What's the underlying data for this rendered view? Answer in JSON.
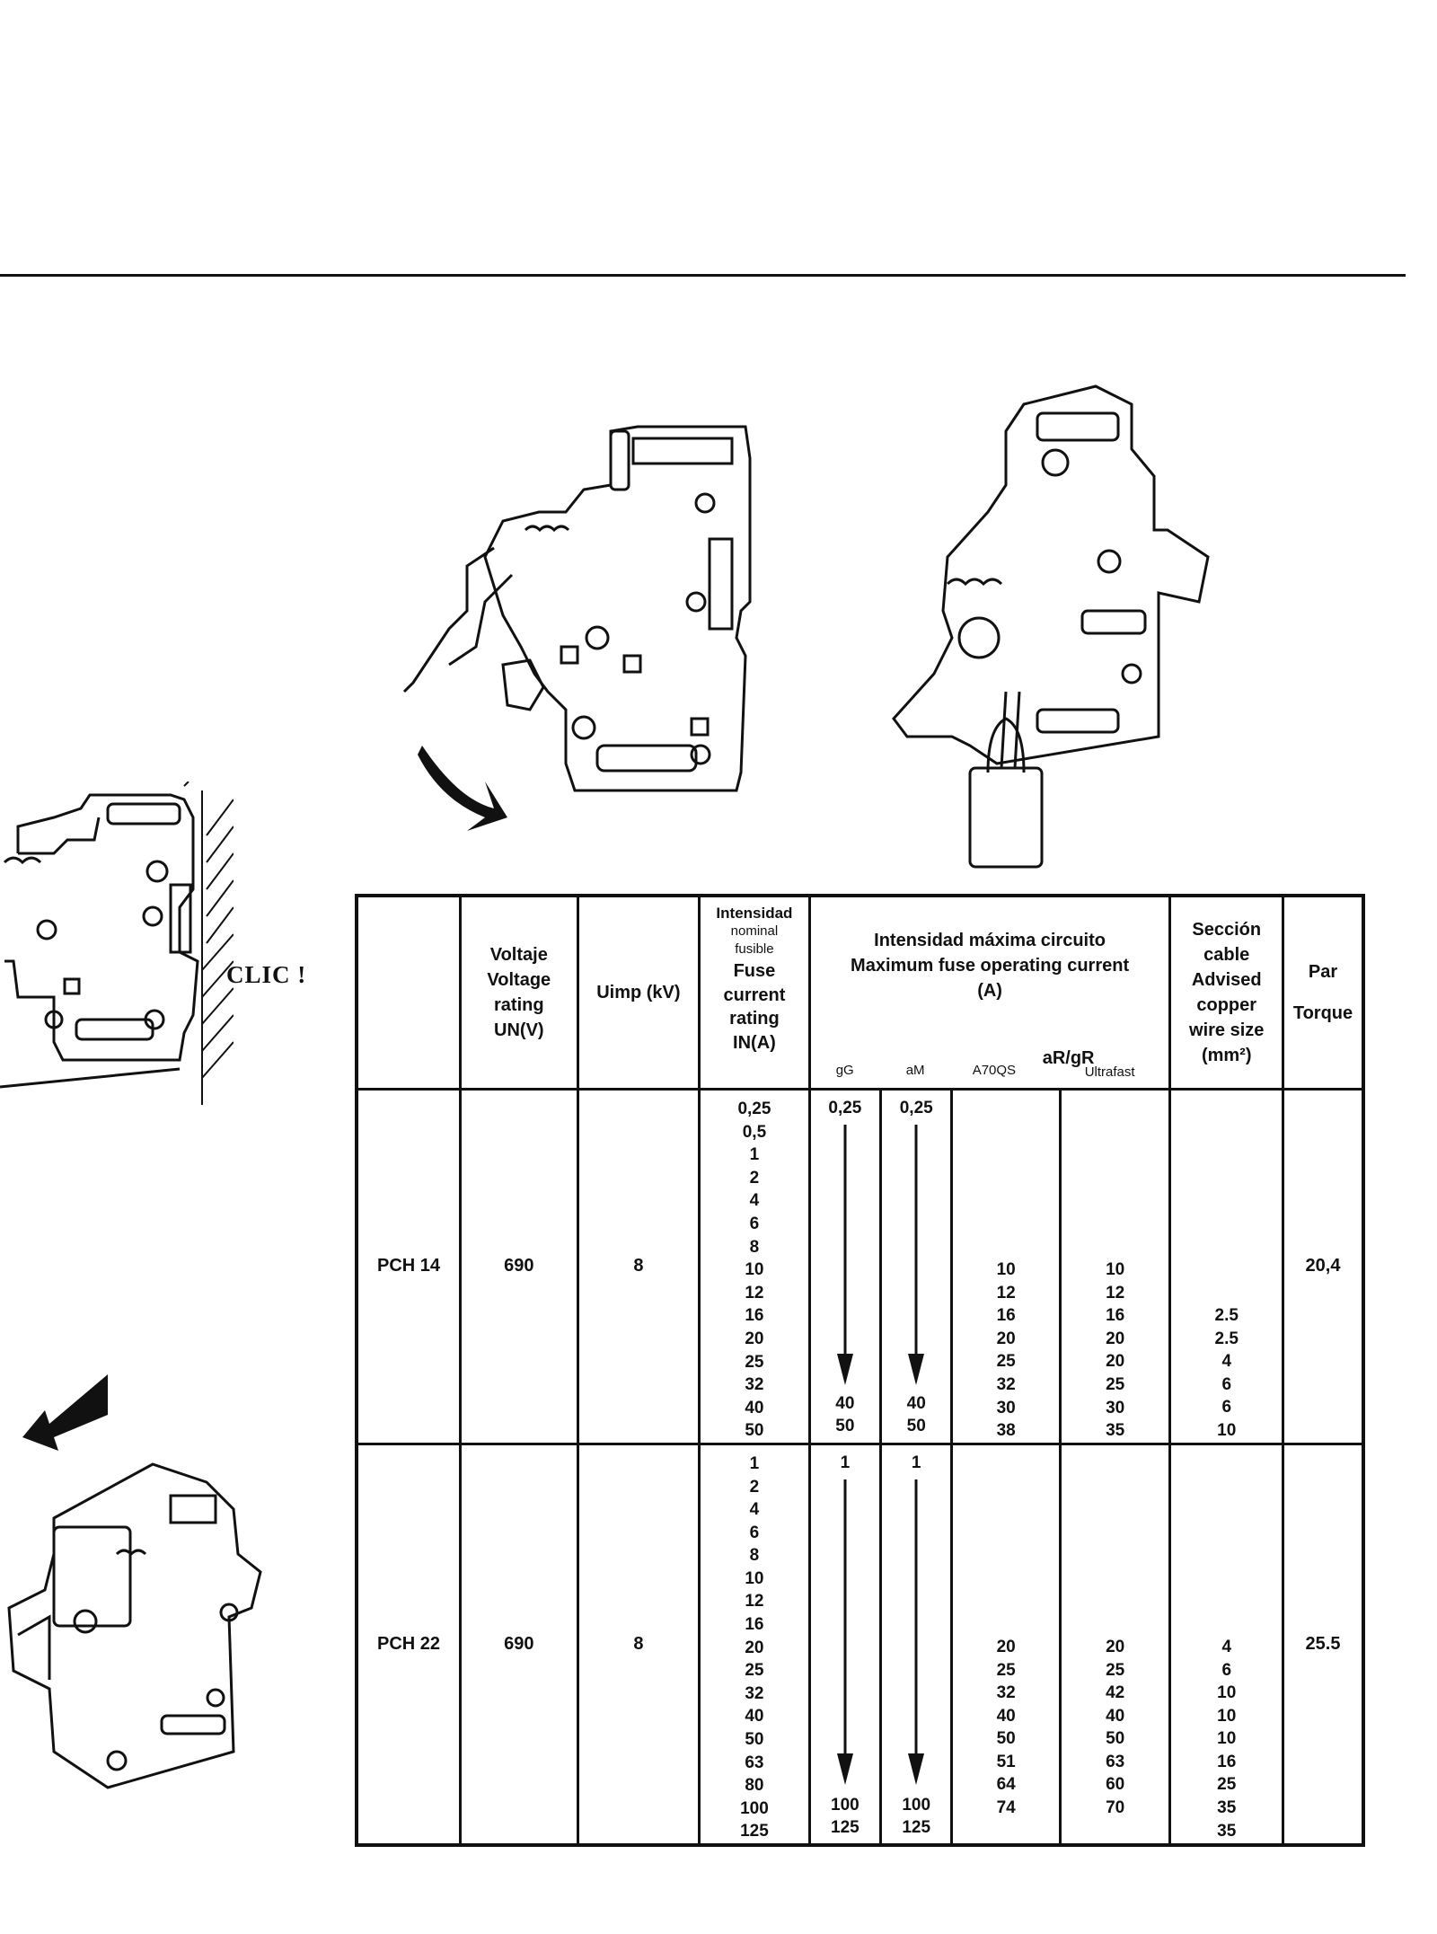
{
  "figures": {
    "clic_label": "CLIC !"
  },
  "table": {
    "headers": {
      "voltage_es": "Voltaje",
      "voltage_en1": "Voltage",
      "voltage_en2": "rating",
      "voltage_sym": "UN(V)",
      "uimp": "Uimp (kV)",
      "nominal_es1": "Intensidad",
      "nominal_es2": "nominal",
      "nominal_es3": "fusible",
      "nominal_en1": "Fuse",
      "nominal_en2": "current",
      "nominal_en3": "rating",
      "nominal_sym": "IN(A)",
      "max_es": "Intensidad máxima circuito",
      "max_en": "Maximum fuse operating current",
      "max_unit": "(A)",
      "sub_gg": "gG",
      "sub_am": "aM",
      "sub_argr": "aR/gR",
      "sub_a70qs": "A70QS",
      "sub_ultrafast": "Ultrafast",
      "cable_es1": "Sección",
      "cable_es2": "cable",
      "cable_en1": "Advised",
      "cable_en2": "copper",
      "cable_en3": "wire size",
      "cable_unit": "(mm²)",
      "torque_es": "Par",
      "torque_en": "Torque"
    },
    "rows": [
      {
        "model": "PCH 14",
        "voltage": "690",
        "uimp": "8",
        "ratings": [
          "0,25",
          "0,5",
          "1",
          "2",
          "4",
          "6",
          "8",
          "10",
          "12",
          "16",
          "20",
          "25",
          "32",
          "40",
          "50"
        ],
        "gg_top": "0,25",
        "gg_bottom": [
          "40",
          "50"
        ],
        "am_top": "0,25",
        "am_bottom": [
          "40",
          "50"
        ],
        "a70qs": [
          "10",
          "12",
          "16",
          "20",
          "25",
          "32",
          "30",
          "38"
        ],
        "ultrafast": [
          "10",
          "12",
          "16",
          "20",
          "20",
          "25",
          "30",
          "35"
        ],
        "cable": [
          "2.5",
          "2.5",
          "4",
          "6",
          "6",
          "10"
        ],
        "torque": "20,4"
      },
      {
        "model": "PCH 22",
        "voltage": "690",
        "uimp": "8",
        "ratings": [
          "1",
          "2",
          "4",
          "6",
          "8",
          "10",
          "12",
          "16",
          "20",
          "25",
          "32",
          "40",
          "50",
          "63",
          "80",
          "100",
          "125"
        ],
        "gg_top": "1",
        "gg_bottom": [
          "100",
          "125"
        ],
        "am_top": "1",
        "am_bottom": [
          "100",
          "125"
        ],
        "a70qs": [
          "20",
          "25",
          "32",
          "40",
          "50",
          "51",
          "64",
          "74"
        ],
        "ultrafast": [
          "20",
          "25",
          "42",
          "40",
          "50",
          "63",
          "60",
          "70"
        ],
        "cable": [
          "4",
          "6",
          "10",
          "10",
          "10",
          "16",
          "25",
          "35",
          "35"
        ],
        "torque": "25.5"
      }
    ]
  }
}
